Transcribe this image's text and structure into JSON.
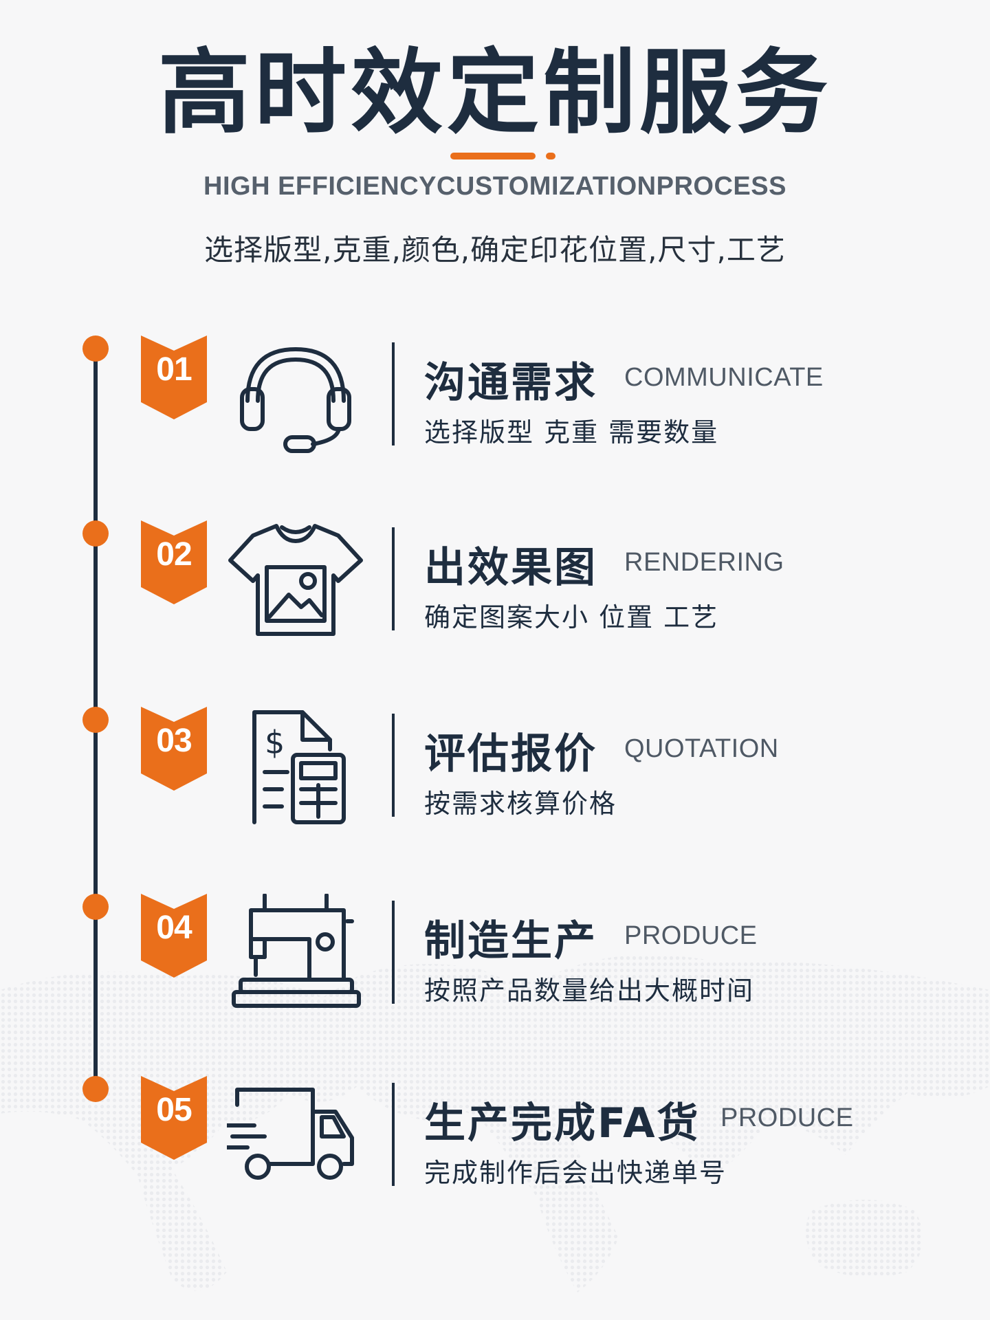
{
  "header": {
    "title": "高时效定制服务",
    "subtitle_en": "HIGH EFFICIENCYCUSTOMIZATIONPROCESS",
    "subtitle_cn": "选择版型,克重,颜色,确定印花位置,尺寸,工艺"
  },
  "colors": {
    "accent": "#ea6f1b",
    "navy": "#1e2d3f",
    "background": "#f7f7f8"
  },
  "steps": [
    {
      "num": "01",
      "title": "沟通需求",
      "en": "COMMUNICATE",
      "desc": "选择版型 克重 需要数量",
      "icon": "headset-icon"
    },
    {
      "num": "02",
      "title": "出效果图",
      "en": "RENDERING",
      "desc": "确定图案大小 位置 工艺",
      "icon": "tshirt-image-icon"
    },
    {
      "num": "03",
      "title": "评估报价",
      "en": "QUOTATION",
      "desc": "按需求核算价格",
      "icon": "invoice-calculator-icon"
    },
    {
      "num": "04",
      "title": "制造生产",
      "en": "PRODUCE",
      "desc": "按照产品数量给出大概时间",
      "icon": "sewing-machine-icon"
    },
    {
      "num": "05",
      "title": "生产完成FA货",
      "en": "PRODUCE",
      "desc": "完成制作后会出快递单号",
      "icon": "delivery-truck-icon"
    }
  ]
}
